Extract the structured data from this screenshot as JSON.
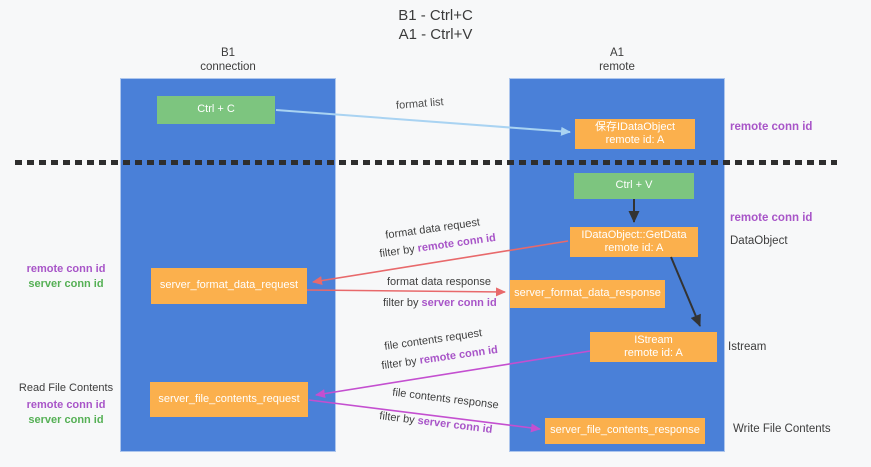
{
  "title": {
    "line1": "B1 - Ctrl+C",
    "line2": "A1 - Ctrl+V"
  },
  "lanes": {
    "left": {
      "name": "B1",
      "role": "connection"
    },
    "right": {
      "name": "A1",
      "role": "remote"
    }
  },
  "nodes": {
    "ctrl_c": {
      "label": "Ctrl + C"
    },
    "save_dataobject": {
      "line1": "保存IDataObject",
      "line2": "remote id: A"
    },
    "ctrl_v": {
      "label": "Ctrl + V"
    },
    "getdata": {
      "line1": "IDataObject::GetData",
      "line2": "remote id: A"
    },
    "format_request": {
      "label": "server_format_data_request"
    },
    "format_response": {
      "label": "server_format_data_response"
    },
    "istream": {
      "line1": "IStream",
      "line2": "remote id: A"
    },
    "file_request": {
      "label": "server_file_contents_request"
    },
    "file_response": {
      "label": "server_file_contents_response"
    }
  },
  "edge_labels": {
    "format_list": "format list",
    "format_data_request": "format data request",
    "format_data_response": "format data response",
    "file_contents_request": "file contents request",
    "file_contents_response": "file contents response",
    "filter_by": "filter by ",
    "remote_conn_id": "remote conn id",
    "server_conn_id": "server conn id"
  },
  "side_labels": {
    "remote_conn_id_top_right": "remote conn id",
    "remote_conn_id_mid_right": "remote conn id",
    "dataobject": "DataObject",
    "istream": "Istream",
    "write_file_contents": "Write File Contents",
    "read_file_contents": "Read File Contents",
    "remote_conn_id_left_1": "remote conn id",
    "server_conn_id_left_1": "server conn id",
    "remote_conn_id_left_2": "remote conn id",
    "server_conn_id_left_2": "server conn id"
  },
  "colors": {
    "lane_blue": "#4a80d8",
    "node_orange": "#fbb04d",
    "node_green": "#7dc57f",
    "arrow_light_blue": "#a9d3f2",
    "arrow_red": "#e8696b",
    "arrow_magenta": "#c44fd0",
    "arrow_black": "#333333",
    "text_purple": "#a855c8",
    "text_green": "#55b055",
    "text_dark": "#3d3d3d"
  }
}
